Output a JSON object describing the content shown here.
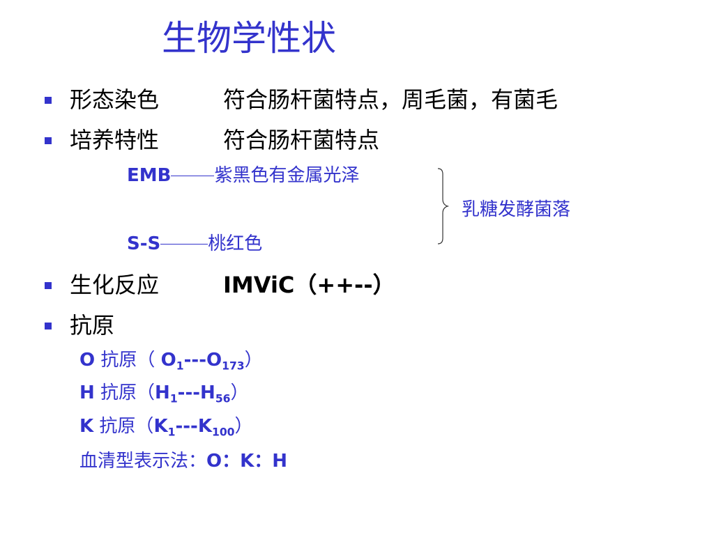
{
  "title": "生物学性状",
  "items": [
    {
      "label": "形态染色",
      "value": "符合肠杆菌特点，周毛菌，有菌毛"
    },
    {
      "label": "培养特性",
      "value": "符合肠杆菌特点"
    },
    {
      "label": "生化反应",
      "value": "IMViC（++--）"
    },
    {
      "label": "抗原"
    }
  ],
  "culture": {
    "emb_label": "EMB",
    "emb_text": "紫黑色有金属光泽",
    "ss_label": "S-S",
    "ss_text": "桃红色",
    "bracket_note": "乳糖发酵菌落"
  },
  "antigen": {
    "o_label": "O",
    "o_word": "抗原（",
    "o_range_start": "O",
    "o_range_start_sub": "1",
    "o_range_sep": "---",
    "o_range_end": "O",
    "o_range_end_sub": "173",
    "o_close": "）",
    "h_label": "H",
    "h_word": "抗原（",
    "h_range_start": "H",
    "h_range_start_sub": "1",
    "h_range_sep": "---",
    "h_range_end": "H",
    "h_range_end_sub": "56",
    "h_close": "）",
    "k_label": "K",
    "k_word": "抗原（",
    "k_range_start": "K",
    "k_range_start_sub": "1",
    "k_range_sep": "---",
    "k_range_end": "K",
    "k_range_end_sub": "100",
    "k_close": "）",
    "serotype_label": "血清型表示法：",
    "serotype_value": "O：K：H"
  },
  "colors": {
    "accent": "#3333cc",
    "text": "#000000",
    "background": "#ffffff"
  }
}
